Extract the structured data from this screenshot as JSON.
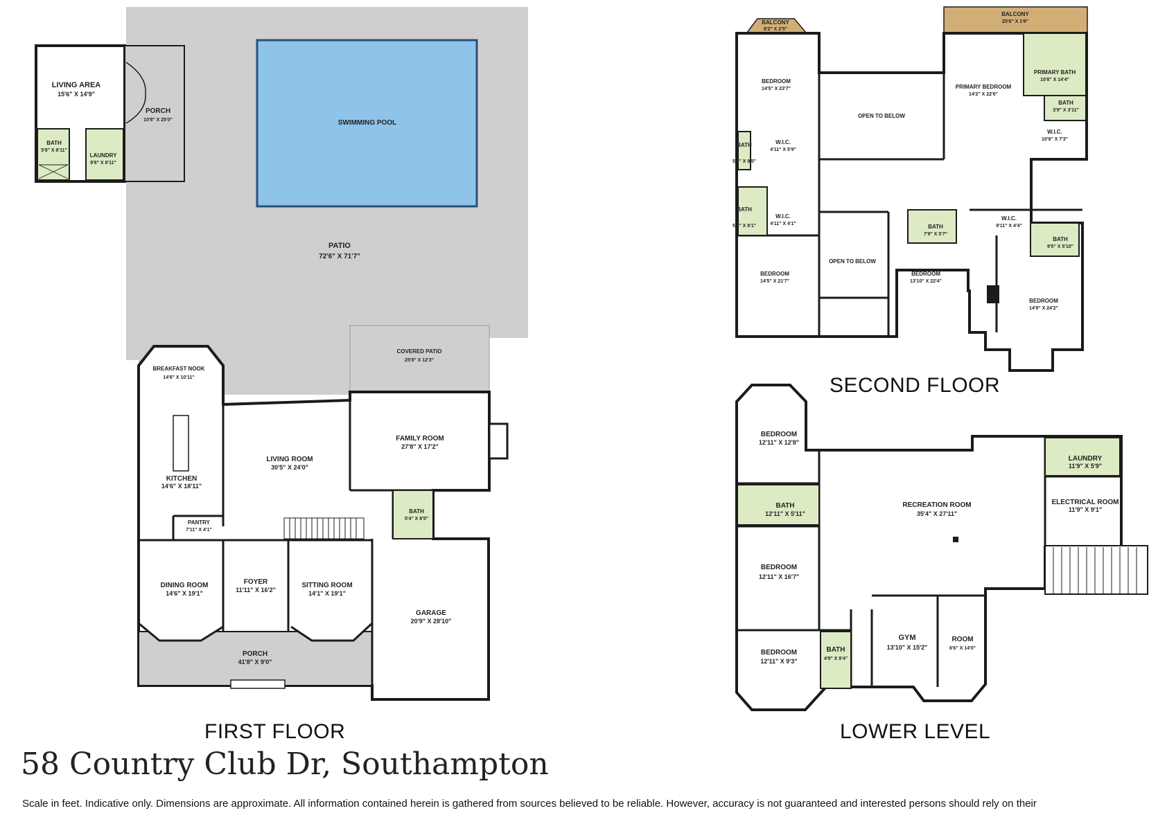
{
  "colors": {
    "wall": "#1b1b1b",
    "patio": "#cfcfcf",
    "pool": "#8ec3ea",
    "bath": "#dcebc4",
    "balcony": "#d2ae77",
    "floor": "#ffffff"
  },
  "labels": {
    "first_floor": "FIRST FLOOR",
    "second_floor": "SECOND FLOOR",
    "lower_level": "LOWER LEVEL",
    "address": "58 Country Club Dr, Southampton",
    "disclaimer": "Scale in feet. Indicative only. Dimensions are approximate. All information contained herein is gathered from sources believed to be reliable. However, accuracy is not guaranteed and interested persons should rely on their"
  },
  "rooms": {
    "living_area": {
      "name": "LIVING AREA",
      "dim": "15'6\" X 14'9\""
    },
    "porch_pool": {
      "name": "PORCH",
      "dim": "10'8\" X 25'0\""
    },
    "swimming_pool": {
      "name": "SWIMMING POOL",
      "dim": ""
    },
    "pool_bath": {
      "name": "BATH",
      "dim": "5'8\" X 8'11\""
    },
    "pool_laundry": {
      "name": "LAUNDRY",
      "dim": "9'6\" X 8'11\""
    },
    "patio": {
      "name": "PATIO",
      "dim": "72'6\" X 71'7\""
    },
    "covered_patio": {
      "name": "COVERED PATIO",
      "dim": "25'8\" X 12'3\""
    },
    "breakfast_nook": {
      "name": "BREAKFAST NOOK",
      "dim": "14'6\" X 10'11\""
    },
    "kitchen": {
      "name": "KITCHEN",
      "dim": "14'6\" X 18'11\""
    },
    "living_room": {
      "name": "LIVING ROOM",
      "dim": "30'5\" X 24'0\""
    },
    "family_room": {
      "name": "FAMILY ROOM",
      "dim": "27'8\" X 17'2\""
    },
    "pantry": {
      "name": "PANTRY",
      "dim": "7'11\" X 4'1\""
    },
    "first_bath": {
      "name": "BATH",
      "dim": "5'4\" X 8'5\""
    },
    "dining_room": {
      "name": "DINING ROOM",
      "dim": "14'6\" X 19'1\""
    },
    "foyer": {
      "name": "FOYER",
      "dim": "11'11\" X 16'2\""
    },
    "sitting_room": {
      "name": "SITTING ROOM",
      "dim": "14'1\" X 19'1\""
    },
    "garage": {
      "name": "GARAGE",
      "dim": "20'9\" X 28'10\""
    },
    "front_porch": {
      "name": "PORCH",
      "dim": "41'8\" X 9'0\""
    },
    "balcony_small": {
      "name": "BALCONY",
      "dim": "8'2\" X 2'5\""
    },
    "balcony_large": {
      "name": "BALCONY",
      "dim": "25'6\" X 1'8\""
    },
    "bedroom_2a": {
      "name": "BEDROOM",
      "dim": "14'5\" X 23'7\""
    },
    "open_below_1": {
      "name": "OPEN TO BELOW",
      "dim": ""
    },
    "primary_bedroom": {
      "name": "PRIMARY BEDROOM",
      "dim": "14'2\" X 22'6\""
    },
    "primary_bath": {
      "name": "PRIMARY BATH",
      "dim": "10'8\" X 14'4\""
    },
    "bath_2p": {
      "name": "BATH",
      "dim": "3'9\" X 3'11\""
    },
    "wic_primary": {
      "name": "W.I.C.",
      "dim": "10'8\" X 7'3\""
    },
    "bath_2a": {
      "name": "BATH",
      "dim": "5'5\" X 9'5\""
    },
    "wic_2a": {
      "name": "W.I.C.",
      "dim": "4'11\" X 5'9\""
    },
    "bath_2b": {
      "name": "BATH",
      "dim": "5'5\" X 8'1\""
    },
    "wic_2b": {
      "name": "W.I.C.",
      "dim": "4'11\" X 4'1\""
    },
    "bath_2c": {
      "name": "BATH",
      "dim": "7'9\" X 5'7\""
    },
    "wic_2c": {
      "name": "W.I.C.",
      "dim": "9'11\" X 4'4\""
    },
    "bath_2d": {
      "name": "BATH",
      "dim": "9'5\" X 5'10\""
    },
    "bedroom_2b": {
      "name": "BEDROOM",
      "dim": "14'5\" X 21'7\""
    },
    "open_below_2": {
      "name": "OPEN TO BELOW",
      "dim": ""
    },
    "bedroom_2c": {
      "name": "BEDROOM",
      "dim": "13'10\" X 22'4\""
    },
    "bedroom_2d": {
      "name": "BEDROOM",
      "dim": "14'9\" X 24'2\""
    },
    "ll_bedroom_1": {
      "name": "BEDROOM",
      "dim": "12'11\" X 12'8\""
    },
    "ll_bath_1": {
      "name": "BATH",
      "dim": "12'11\" X 5'11\""
    },
    "recreation_room": {
      "name": "RECREATION ROOM",
      "dim": "35'4\" X 27'11\""
    },
    "ll_laundry": {
      "name": "LAUNDRY",
      "dim": "11'9\" X 5'9\""
    },
    "electrical_room": {
      "name": "ELECTRICAL ROOM",
      "dim": "11'9\" X 9'1\""
    },
    "ll_bedroom_2": {
      "name": "BEDROOM",
      "dim": "12'11\" X 16'7\""
    },
    "ll_bedroom_3": {
      "name": "BEDROOM",
      "dim": "12'11\" X 9'3\""
    },
    "ll_bath_2": {
      "name": "BATH",
      "dim": "4'9\" X 9'4\""
    },
    "gym": {
      "name": "GYM",
      "dim": "13'10\" X 15'2\""
    },
    "ll_room": {
      "name": "ROOM",
      "dim": "6'6\" X 14'0\""
    }
  }
}
